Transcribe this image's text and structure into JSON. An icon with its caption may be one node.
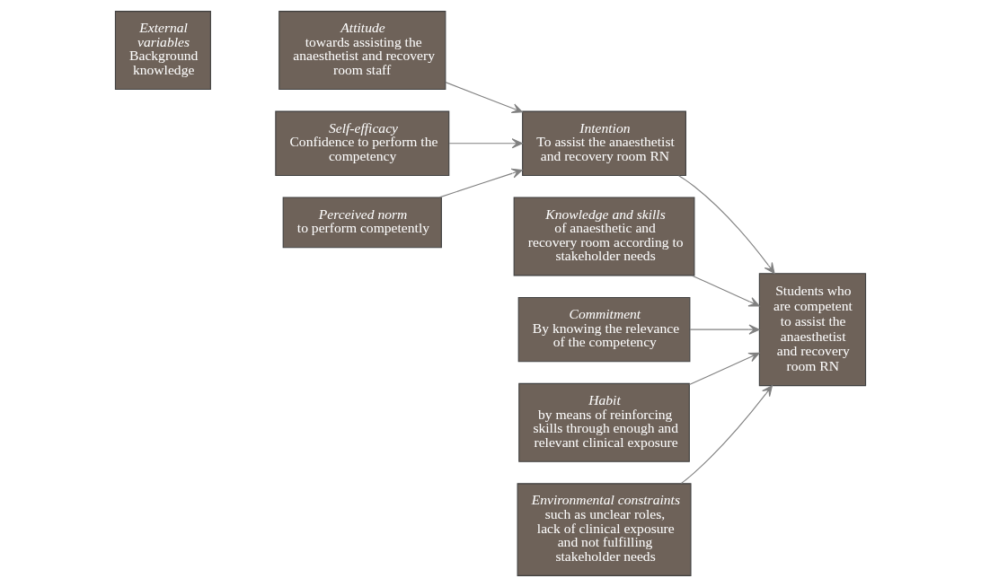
{
  "diagram": {
    "nodes": [
      {
        "text": [
          "External variables",
          "Background knowledge"
        ]
      },
      {
        "text": [
          "Self-efficacy",
          "Confidence to perform the competency"
        ]
      },
      {
        "text": [
          "Attitude",
          "towards assisting the anaesthetist and recovery room staff"
        ]
      },
      {
        "text": [
          "Perceived norm",
          "to perform competently"
        ]
      },
      {
        "text": [
          "Intention",
          "To assist the anaesthetist and recovery room RN"
        ]
      },
      {
        "text": [
          "Knowledge and skills",
          "of anaesthetic and recovery room according to stakeholder needs"
        ]
      },
      {
        "text": [
          "Commitment",
          "By knowing the relevance of the competency"
        ]
      },
      {
        "text": [
          "Habit",
          "by means of reinforcing skills through enough and relevant clinical exposure"
        ]
      },
      {
        "text": [
          "Environmental constraints",
          "such as unclear roles, lack of clinical exposure and not fulfilling stakeholder needs"
        ]
      },
      {
        "text": [
          "Students who are competent to assist the anaesthetist and recovery room RN"
        ]
      }
    ],
    "edges": [
      {
        "from": 1,
        "to": 4,
        "arrow": "to"
      },
      {
        "from": 2,
        "to": 4,
        "arrow": "to"
      },
      {
        "from": 3,
        "to": 4,
        "arrow": "to"
      },
      {
        "from": 4,
        "to": 9,
        "arrow": "to"
      },
      {
        "from": 5,
        "to": 9,
        "arrow": "to"
      },
      {
        "from": 6,
        "to": 9,
        "arrow": "to"
      },
      {
        "from": 7,
        "to": 9,
        "arrow": "to"
      },
      {
        "from": 8,
        "to": 9,
        "arrow": "to"
      }
    ]
  }
}
